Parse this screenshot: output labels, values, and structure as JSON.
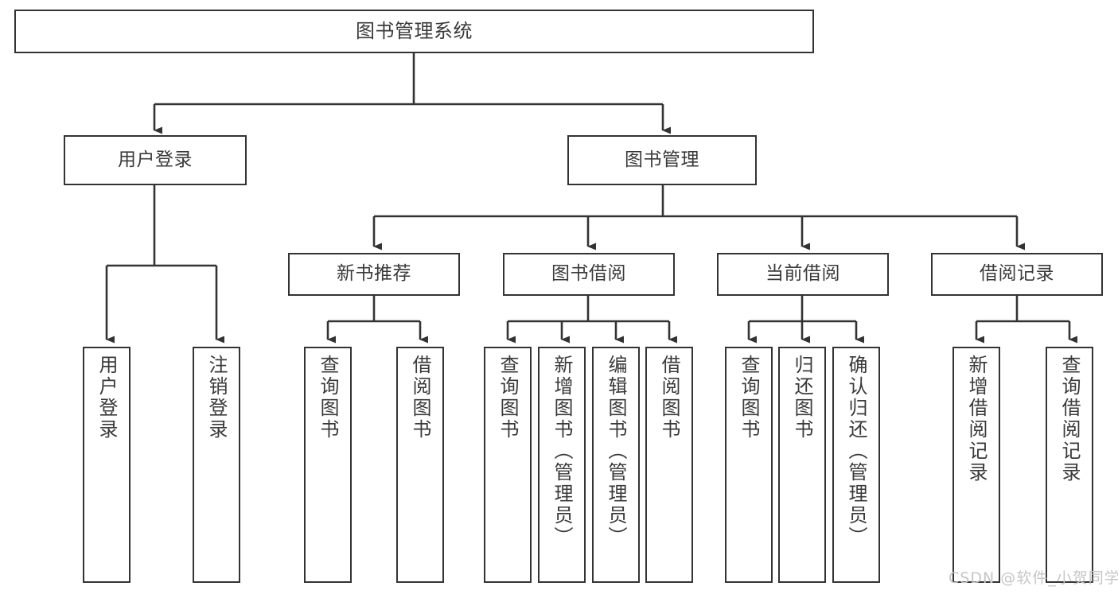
{
  "diagram": {
    "title": "图书管理系统",
    "type": "tree-hierarchy",
    "orientation": "top-down",
    "colors": {
      "box_border": "#333333",
      "box_fill": "#ffffff",
      "text": "#3a3a3a",
      "connector": "#333333",
      "watermark": "#c6c6c6",
      "canvas": "#ffffff"
    },
    "watermark": "CSDN @软件_小贺同学"
  },
  "nodes": {
    "root": {
      "label": "图书管理系统"
    },
    "level2": [
      {
        "label": "用户登录"
      },
      {
        "label": "图书管理"
      }
    ],
    "level3": [
      {
        "label": "新书推荐"
      },
      {
        "label": "图书借阅"
      },
      {
        "label": "当前借阅"
      },
      {
        "label": "借阅记录"
      }
    ],
    "leaves": {
      "user_login": [
        {
          "label": "用户登录"
        },
        {
          "label": "注销登录"
        }
      ],
      "new_book_recommend": [
        {
          "label": "查询图书"
        },
        {
          "label": "借阅图书"
        }
      ],
      "book_borrow": [
        {
          "label": "查询图书"
        },
        {
          "label": "新增图书（管理员）"
        },
        {
          "label": "编辑图书（管理员）"
        },
        {
          "label": "借阅图书"
        }
      ],
      "current_borrow": [
        {
          "label": "查询图书"
        },
        {
          "label": "归还图书"
        },
        {
          "label": "确认归还（管理员）"
        }
      ],
      "borrow_record": [
        {
          "label": "新增借阅记录"
        },
        {
          "label": "查询借阅记录"
        }
      ]
    }
  }
}
